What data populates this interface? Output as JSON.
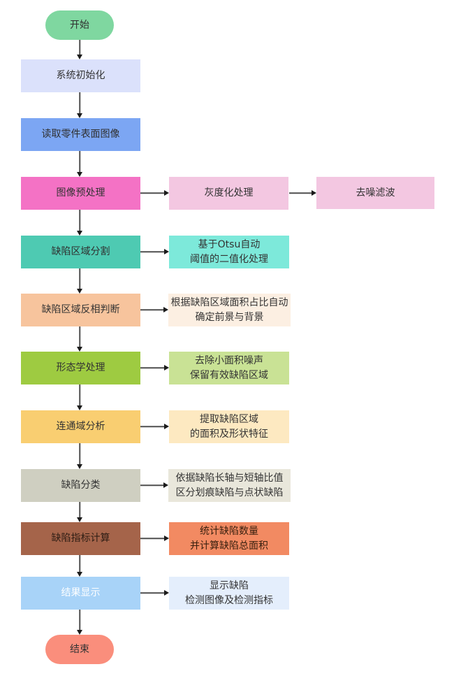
{
  "flowchart": {
    "arrow_color": "#4f4f4f",
    "main_nodes": [
      {
        "id": "start",
        "label": "开始",
        "bg": "#7fd7a0",
        "fg": "#2f2f2f"
      },
      {
        "id": "system-init",
        "label": "系统初始化",
        "bg": "#dbe1fb",
        "fg": "#333333"
      },
      {
        "id": "read-surface-image",
        "label": "读取零件表面图像",
        "bg": "#7ca6f3",
        "fg": "#2f2f2f"
      },
      {
        "id": "image-preprocess",
        "label": "图像预处理",
        "bg": "#f472c5",
        "fg": "#333333"
      },
      {
        "id": "defect-segmentation",
        "label": "缺陷区域分割",
        "bg": "#4ecab2",
        "fg": "#2f2f2f"
      },
      {
        "id": "invert-judgement",
        "label": "缺陷区域反相判断",
        "bg": "#f7c49d",
        "fg": "#333333"
      },
      {
        "id": "morphology",
        "label": "形态学处理",
        "bg": "#9ecb41",
        "fg": "#333333"
      },
      {
        "id": "connected-component",
        "label": "连通域分析",
        "bg": "#f9ce71",
        "fg": "#333333"
      },
      {
        "id": "defect-classification",
        "label": "缺陷分类",
        "bg": "#cfcfc1",
        "fg": "#333333"
      },
      {
        "id": "defect-metrics",
        "label": "缺陷指标计算",
        "bg": "#a5644a",
        "fg": "#2e1d14"
      },
      {
        "id": "result-display",
        "label": "结果显示",
        "bg": "#a8d3f8",
        "fg": "#ffffff"
      },
      {
        "id": "end",
        "label": "结束",
        "bg": "#fa8e7c",
        "fg": "#333333"
      }
    ],
    "side_nodes": [
      {
        "id": "grayscale",
        "label": "灰度化处理",
        "bg": "#f3c7e1",
        "fg": "#333333"
      },
      {
        "id": "denoise-filter",
        "label": "去噪滤波",
        "bg": "#f3c7e1",
        "fg": "#333333"
      },
      {
        "id": "otsu-binarization",
        "label": "基于Otsu自动\n阈值的二值化处理",
        "bg": "#7de9da",
        "fg": "#333333"
      },
      {
        "id": "foreground-background",
        "label": "根据缺陷区域面积占比自动\n确定前景与背景",
        "bg": "#fcefe2",
        "fg": "#333333"
      },
      {
        "id": "remove-noise",
        "label": "去除小面积噪声\n保留有效缺陷区域",
        "bg": "#c9e295",
        "fg": "#333333"
      },
      {
        "id": "extract-features",
        "label": "提取缺陷区域\n的面积及形状特征",
        "bg": "#fde9c1",
        "fg": "#333333"
      },
      {
        "id": "axis-ratio-classify",
        "label": "依据缺陷长轴与短轴比值\n区分划痕缺陷与点状缺陷",
        "bg": "#e9e7db",
        "fg": "#333333"
      },
      {
        "id": "count-total-area",
        "label": "统计缺陷数量\n并计算缺陷总面积",
        "bg": "#f28a62",
        "fg": "#39200f"
      },
      {
        "id": "display-results",
        "label": "显示缺陷\n检测图像及检测指标",
        "bg": "#e4eefc",
        "fg": "#333333"
      }
    ]
  }
}
